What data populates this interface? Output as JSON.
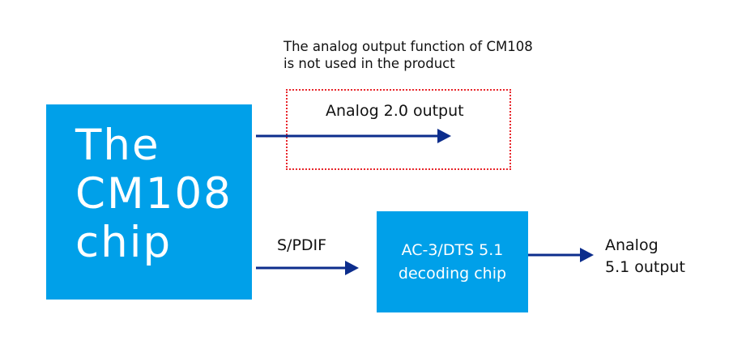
{
  "note": {
    "text": "The analog output function of CM108\nis not used in the product",
    "border_color": "#e8262b"
  },
  "chip": {
    "label": "The\nCM108\nchip",
    "color": "#00a0e9"
  },
  "decoder": {
    "label": "AC-3/DTS 5.1\ndecoding chip",
    "color": "#00a0e9"
  },
  "outputs": {
    "analog_20": "Analog 2.0 output",
    "spdif": "S/PDIF",
    "analog_51": "Analog\n5.1 output"
  },
  "arrow_color": "#0c2d8c"
}
